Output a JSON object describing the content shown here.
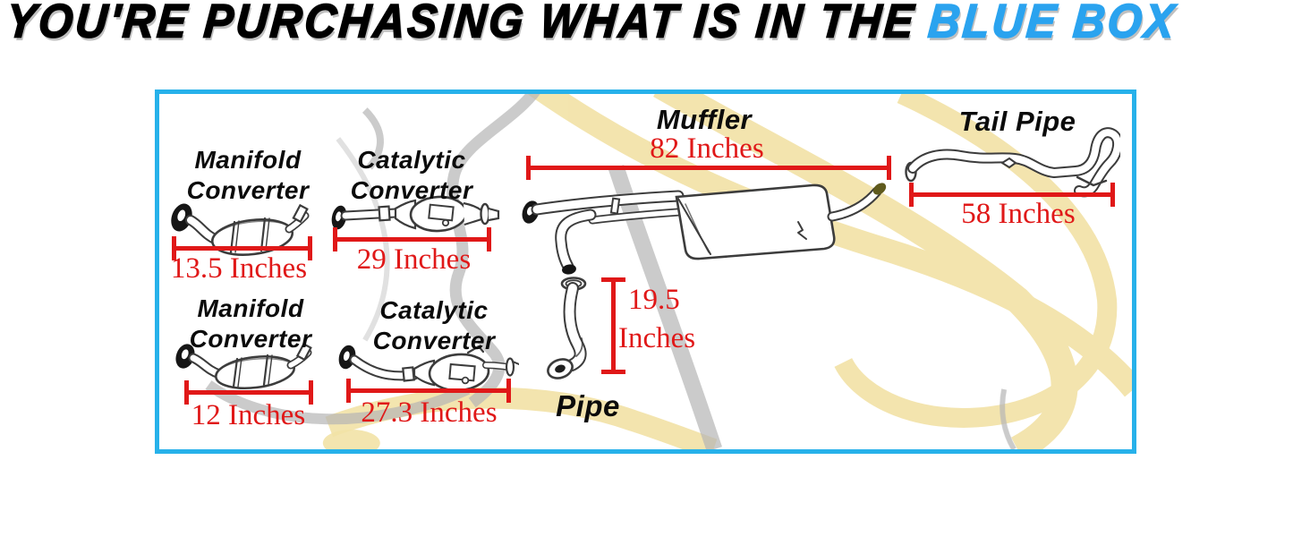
{
  "title": {
    "black_text": "YOU'RE PURCHASING WHAT IS IN THE",
    "blue_text": "BLUE BOX"
  },
  "colors": {
    "title_blue": "#2aa3ef",
    "box_border_blue": "#27b1ea",
    "measurement_red": "#e01818"
  },
  "parts": {
    "manifold_converter_top": {
      "label": "Manifold\nConverter",
      "length": "13.5 Inches"
    },
    "catalytic_converter_top": {
      "label": "Catalytic\nConverter",
      "length": "29 Inches"
    },
    "muffler": {
      "label": "Muffler",
      "length": "82 Inches"
    },
    "tail_pipe": {
      "label": "Tail Pipe",
      "length": "58 Inches"
    },
    "manifold_converter_bottom": {
      "label": "Manifold\nConverter",
      "length": "12 Inches"
    },
    "catalytic_converter_bottom": {
      "label": "Catalytic\nConverter",
      "length": "27.3 Inches"
    },
    "pipe": {
      "label": "Pipe",
      "length_value": "19.5",
      "length_unit": "Inches"
    }
  }
}
